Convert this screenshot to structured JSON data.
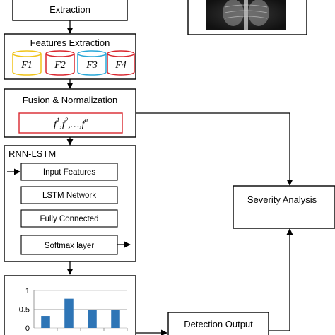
{
  "extraction_label": "Extraction",
  "features": {
    "title": "Features Extraction",
    "items": [
      {
        "label": "F1",
        "color": "#f0c419"
      },
      {
        "label": "F2",
        "color": "#d9262e"
      },
      {
        "label": "F3",
        "color": "#29a8d8"
      },
      {
        "label": "F4",
        "color": "#d9262e"
      }
    ]
  },
  "fusion": {
    "title": "Fusion & Normalization",
    "formula_box_color": "#d9262e",
    "f1": "f",
    "s1": "1",
    "f2": ",f",
    "s2": "2",
    "f3": ",…,f",
    "s3": "n"
  },
  "rnn": {
    "title": "RNN-LSTM",
    "layers": [
      "Input Features",
      "LSTM Network",
      "Fully Connected",
      "Softmax layer"
    ]
  },
  "severity_label": "Severity Analysis",
  "detection_label": "Detection Output",
  "chart_data": {
    "type": "bar",
    "categories": [
      "",
      "",
      "",
      ""
    ],
    "values": [
      0.32,
      0.78,
      0.48,
      0.48
    ],
    "yticks": [
      "0",
      "0.5",
      "1"
    ],
    "ylim": [
      0,
      1
    ],
    "grid": true,
    "bar_color": "#2e75b6"
  }
}
